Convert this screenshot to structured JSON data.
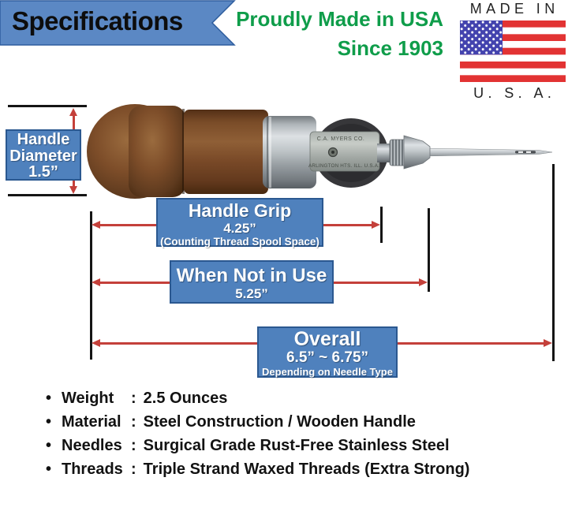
{
  "header": {
    "title": "Specifications",
    "tagline_line1": "Proudly Made in USA",
    "tagline_line2": "Since 1903",
    "made_in": "MADE IN",
    "usa": "U. S. A."
  },
  "product": {
    "stamp_line1": "C.A. MYERS CO.",
    "stamp_line2": "ARLINGTON HTS. ILL. U.S.A."
  },
  "dimensions": {
    "handle_diameter": {
      "label_line1": "Handle",
      "label_line2": "Diameter",
      "value": "1.5”"
    },
    "handle_grip": {
      "label": "Handle Grip",
      "value": "4.25”",
      "note": "(Counting Thread Spool Space)"
    },
    "not_in_use": {
      "label": "When Not in Use",
      "value": "5.25”"
    },
    "overall": {
      "label": "Overall",
      "value": "6.5” ~ 6.75”",
      "note": "Depending on Needle Type"
    }
  },
  "list": {
    "bullet": "•",
    "separator": ":",
    "items": [
      {
        "label": "Weight",
        "value": "2.5 Ounces"
      },
      {
        "label": "Material",
        "value": "Steel Construction / Wooden Handle"
      },
      {
        "label": "Needles",
        "value": "Surgical Grade Rust-Free Stainless Steel"
      },
      {
        "label": "Threads",
        "value": "Triple Strand Waxed Threads (Extra Strong)"
      }
    ]
  },
  "colors": {
    "box_blue": "#4f81bd",
    "box_border": "#2b5890",
    "banner_blue": "#5b88c4",
    "dimension_red": "#c4403a",
    "tagline_green": "#0f9d4a",
    "flag_red": "#e23333",
    "flag_blue": "#4343ae"
  }
}
